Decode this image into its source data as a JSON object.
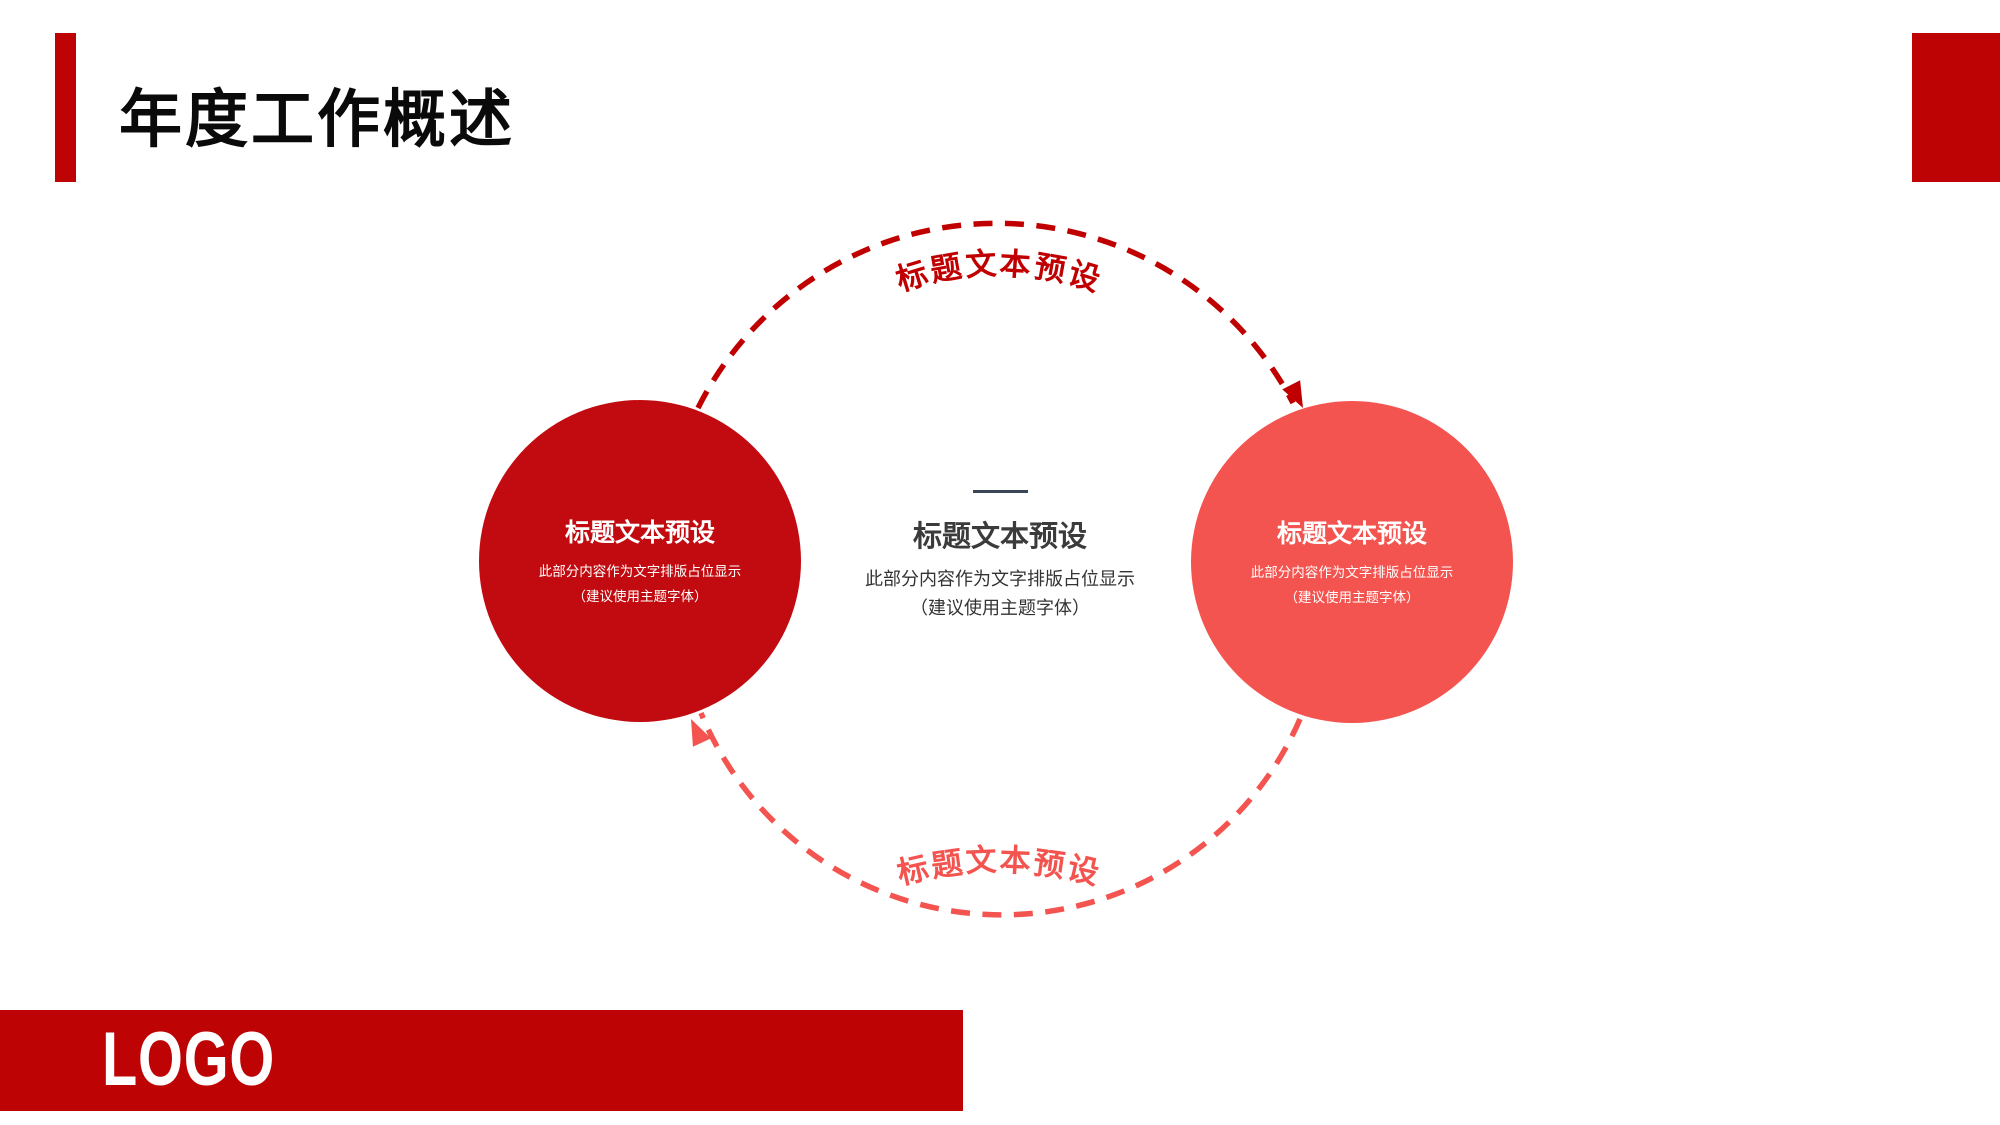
{
  "slide": {
    "title": "年度工作概述",
    "logo_text": "LOGO"
  },
  "colors": {
    "accent_red": "#BE0304",
    "dark_circle_red": "#C20B10",
    "coral_red": "#F4544F",
    "arc_dark_red": "#C00000",
    "center_dash_slate": "#3A4655",
    "center_text_gray": "#3B3B3B",
    "circle_text": "#FFFFFF"
  },
  "diagram": {
    "top_arc_label": "标题文本预设",
    "bottom_arc_label": "标题文本预设",
    "center": {
      "title": "标题文本预设",
      "body_line1": "此部分内容作为文字排版占位显示",
      "body_line2": "（建议使用主题字体）"
    },
    "circles": [
      {
        "title": "标题文本预设",
        "body_line1": "此部分内容作为文字排版占位显示",
        "body_line2": "（建议使用主题字体）"
      },
      {
        "title": "标题文本预设",
        "body_line1": "此部分内容作为文字排版占位显示",
        "body_line2": "（建议使用主题字体）"
      }
    ]
  }
}
